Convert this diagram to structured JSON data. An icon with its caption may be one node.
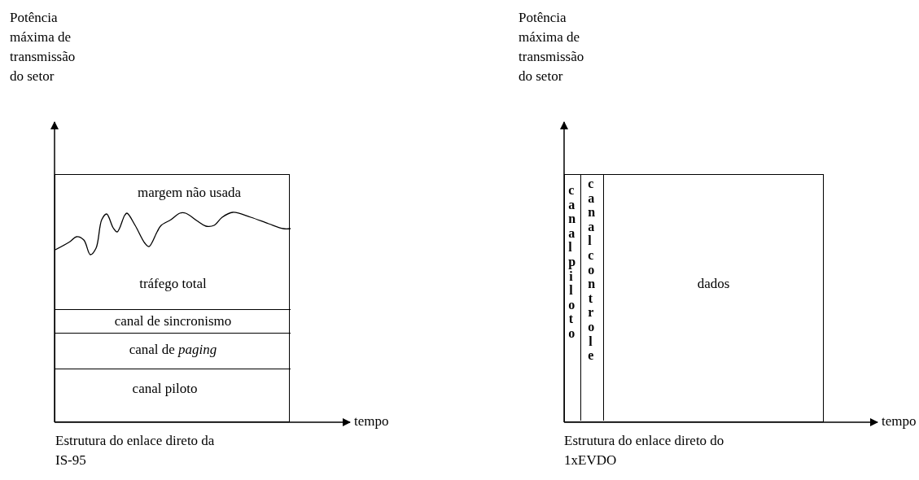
{
  "diagram": {
    "nodes": [
      {
        "text": [],
        "shape": "box"
      },
      {
        "text": [
          "margem não usada",
          "tráfego total"
        ],
        "in": 0
      },
      {
        "text": [
          "canal de sincronismo"
        ],
        "in": 0
      },
      {
        "text": [
          "canal de *paging*"
        ],
        "in": 0
      },
      {
        "text": [
          "canal piloto"
        ],
        "in": 0
      },
      {
        "text": [],
        "shape": "box"
      },
      {
        "text": [
          "canal piloto"
        ],
        "in": 5
      },
      {
        "text": [
          "canal controle"
        ],
        "in": 5
      },
      {
        "text": [
          "dados"
        ],
        "in": 5
      }
    ],
    "labels": [
      "Potência máxima de transmissão do setor",
      "tempo",
      "Estrutura do enlace direto da IS-95",
      "Potência máxima de transmissão do setor",
      "tempo",
      "Estrutura do enlace direto do 1xEVDO"
    ]
  }
}
